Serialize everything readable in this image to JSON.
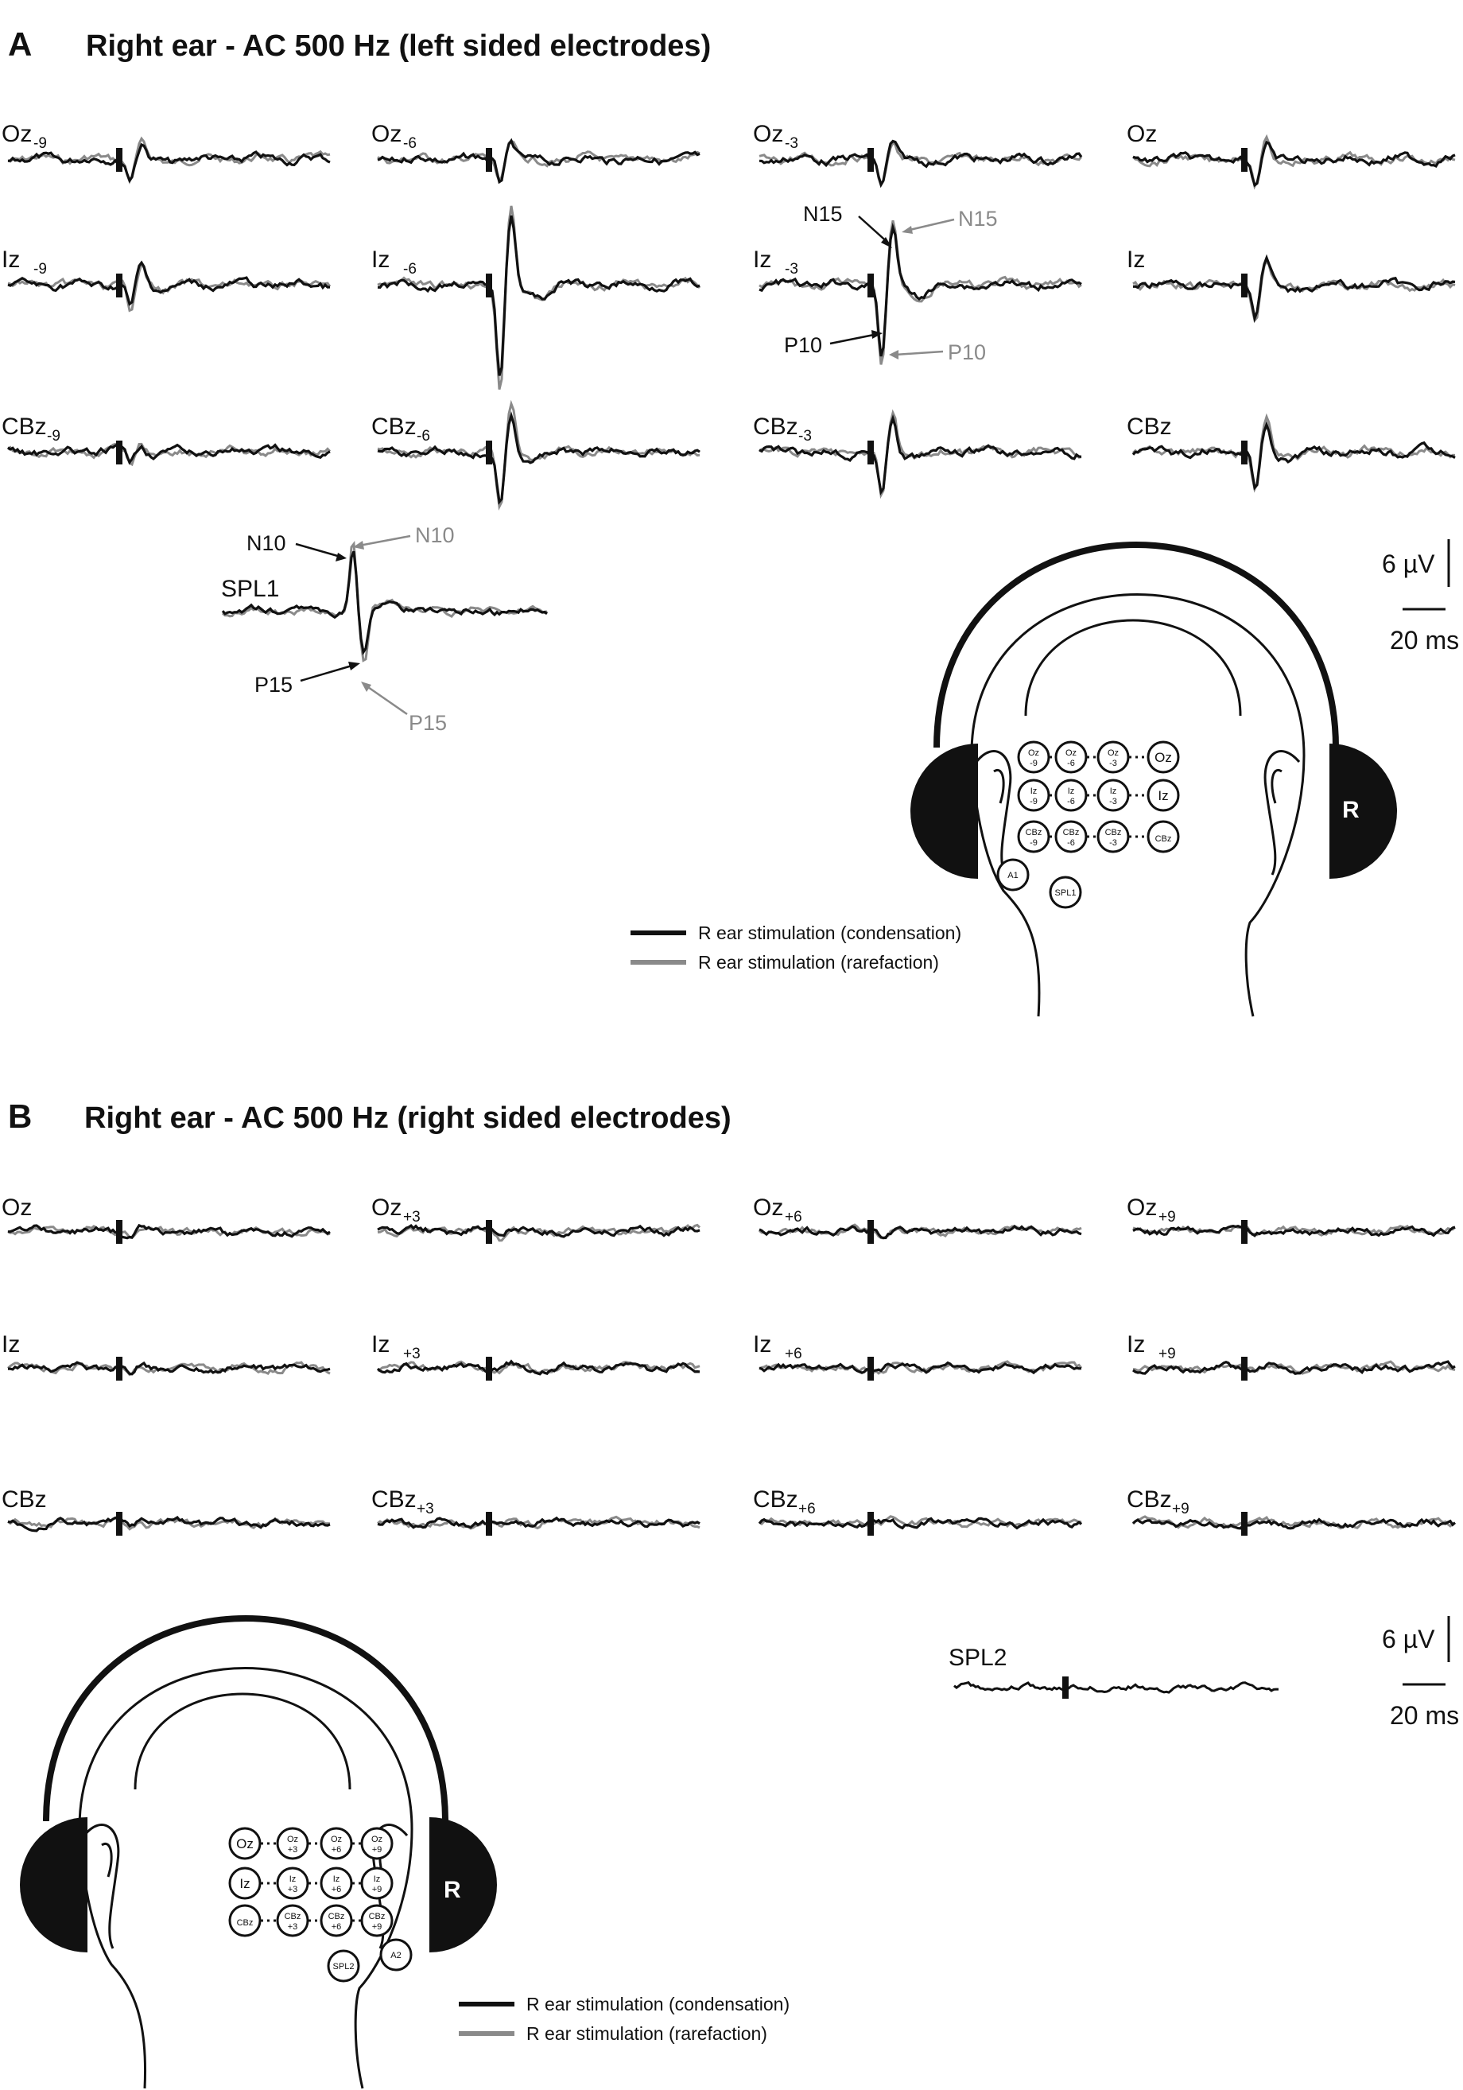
{
  "panel_a": {
    "letter": "A",
    "title": "Right ear - AC 500 Hz (left sided electrodes)",
    "channels": [
      {
        "name": "Oz",
        "sub": "-9"
      },
      {
        "name": "Oz",
        "sub": "-6"
      },
      {
        "name": "Oz",
        "sub": "-3"
      },
      {
        "name": "Oz",
        "sub": ""
      },
      {
        "name": "Iz",
        "sub": "-9"
      },
      {
        "name": "Iz",
        "sub": "-6"
      },
      {
        "name": "Iz",
        "sub": "-3"
      },
      {
        "name": "Iz",
        "sub": ""
      },
      {
        "name": "CBz",
        "sub": "-9"
      },
      {
        "name": "CBz",
        "sub": "-6"
      },
      {
        "name": "CBz",
        "sub": "-3"
      },
      {
        "name": "CBz",
        "sub": ""
      }
    ],
    "spl_label": "SPL1",
    "peaks": {
      "n15_black": "N15",
      "n15_gray": "N15",
      "p10_black": "P10",
      "p10_gray": "P10",
      "n10_black": "N10",
      "n10_gray": "N10",
      "p15_black": "P15",
      "p15_gray": "P15"
    },
    "scale": {
      "amplitude": "6 µV",
      "time": "20 ms"
    },
    "legend": [
      {
        "label": "R ear stimulation (condensation)",
        "color": "#111111"
      },
      {
        "label": "R ear stimulation (rarefaction)",
        "color": "#8a8a8a"
      }
    ],
    "head": {
      "cup_label": "R",
      "electrodes": {
        "row1": [
          [
            "Oz",
            "-9"
          ],
          [
            "Oz",
            "-6"
          ],
          [
            "Oz",
            "-3"
          ],
          [
            "Oz",
            ""
          ]
        ],
        "row2": [
          [
            "Iz",
            "-9"
          ],
          [
            "Iz",
            "-6"
          ],
          [
            "Iz",
            "-3"
          ],
          [
            "Iz",
            ""
          ]
        ],
        "row3": [
          [
            "CBz",
            "-9"
          ],
          [
            "CBz",
            "-6"
          ],
          [
            "CBz",
            "-3"
          ],
          [
            "CBz",
            ""
          ]
        ],
        "extra": [
          "A1",
          "SPL1"
        ]
      }
    }
  },
  "panel_b": {
    "letter": "B",
    "title": "Right ear - AC 500 Hz (right sided electrodes)",
    "channels": [
      {
        "name": "Oz",
        "sub": ""
      },
      {
        "name": "Oz",
        "sub": "+3"
      },
      {
        "name": "Oz",
        "sub": "+6"
      },
      {
        "name": "Oz",
        "sub": "+9"
      },
      {
        "name": "Iz",
        "sub": ""
      },
      {
        "name": "Iz",
        "sub": "+3"
      },
      {
        "name": "Iz",
        "sub": "+6"
      },
      {
        "name": "Iz",
        "sub": "+9"
      },
      {
        "name": "CBz",
        "sub": ""
      },
      {
        "name": "CBz",
        "sub": "+3"
      },
      {
        "name": "CBz",
        "sub": "+6"
      },
      {
        "name": "CBz",
        "sub": "+9"
      }
    ],
    "spl_label": "SPL2",
    "scale": {
      "amplitude": "6 µV",
      "time": "20 ms"
    },
    "legend": [
      {
        "label": "R ear stimulation (condensation)",
        "color": "#111111"
      },
      {
        "label": "R ear stimulation (rarefaction)",
        "color": "#8a8a8a"
      }
    ],
    "head": {
      "cup_label": "R",
      "electrodes": {
        "row1": [
          [
            "Oz",
            ""
          ],
          [
            "Oz",
            "+3"
          ],
          [
            "Oz",
            "+6"
          ],
          [
            "Oz",
            "+9"
          ]
        ],
        "row2": [
          [
            "Iz",
            ""
          ],
          [
            "Iz",
            "+3"
          ],
          [
            "Iz",
            "+6"
          ],
          [
            "Iz",
            "+9"
          ]
        ],
        "row3": [
          [
            "CBz",
            ""
          ],
          [
            "CBz",
            "+3"
          ],
          [
            "CBz",
            "+6"
          ],
          [
            "CBz",
            "+9"
          ]
        ],
        "extra": [
          "A2",
          "SPL2"
        ]
      }
    }
  }
}
